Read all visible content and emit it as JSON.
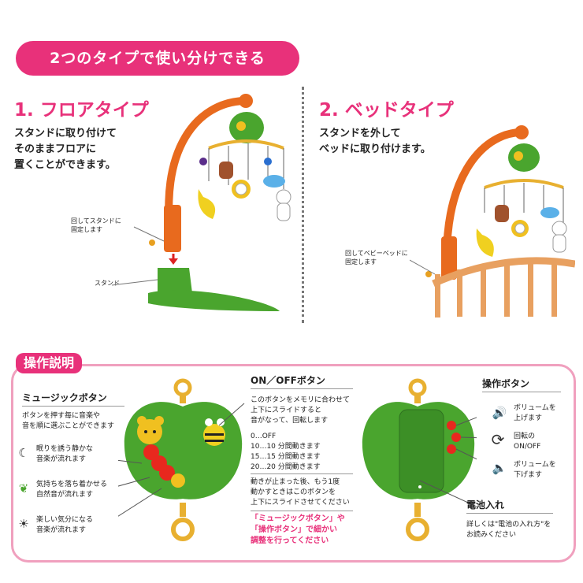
{
  "banner": "2つのタイプで使い分けできる",
  "floor": {
    "title": "1. フロアタイプ",
    "desc": "スタンドに取り付けて\nそのままフロアに\n置くことができます。",
    "note": "回してスタンドに\n固定します",
    "stand_label": "スタンド"
  },
  "bed": {
    "title": "2. ベッドタイプ",
    "desc": "スタンドを外して\nベッドに取り付けます。",
    "note": "回してベビーベッドに\n固定します"
  },
  "instructions": {
    "title": "操作説明",
    "music": {
      "title": "ミュージックボタン",
      "desc": "ボタンを押す毎に音楽や\n音を順に選ぶことができます",
      "items": [
        {
          "icon": "moon-icon",
          "glyph": "☾",
          "text": "眠りを誘う静かな\n音楽が流れます"
        },
        {
          "icon": "leaf-icon",
          "glyph": "❦",
          "text": "気持ちを落ち着かせる\n自然音が流れます"
        },
        {
          "icon": "sun-icon",
          "glyph": "☀",
          "text": "楽しい気分になる\n音楽が流れます"
        }
      ]
    },
    "onoff": {
      "title": "ON／OFFボタン",
      "desc": "このボタンをメモリに合わせて\n上下にスライドすると\n音がなって、回転します",
      "timers": [
        "0…OFF",
        "10…10 分間動きます",
        "15…15 分間動きます",
        "20…20 分間動きます"
      ],
      "note": "動きが止まった後、もう1度\n動かすときはこのボタンを\n上下にスライドさせてください",
      "warning": "「ミュージックボタン」や\n「操作ボタン」で細かい\n調整を行ってください"
    },
    "control": {
      "title": "操作ボタン",
      "items": [
        {
          "icon": "volume-up-icon",
          "glyph": "🔊",
          "text": "ボリュームを\n上げます"
        },
        {
          "icon": "rotate-icon",
          "glyph": "⟳",
          "text": "回転の\nON/OFF"
        },
        {
          "icon": "volume-down-icon",
          "glyph": "🔈",
          "text": "ボリュームを\n下げます"
        }
      ]
    },
    "battery": {
      "title": "電池入れ",
      "desc": "詳しくは\"電池の入れ方\"を\nお読みください"
    }
  },
  "colors": {
    "accent": "#e8317a",
    "green": "#4aa52e",
    "orange": "#e86a1e",
    "wood": "#e8a060",
    "panel_border": "#f0a0be"
  }
}
